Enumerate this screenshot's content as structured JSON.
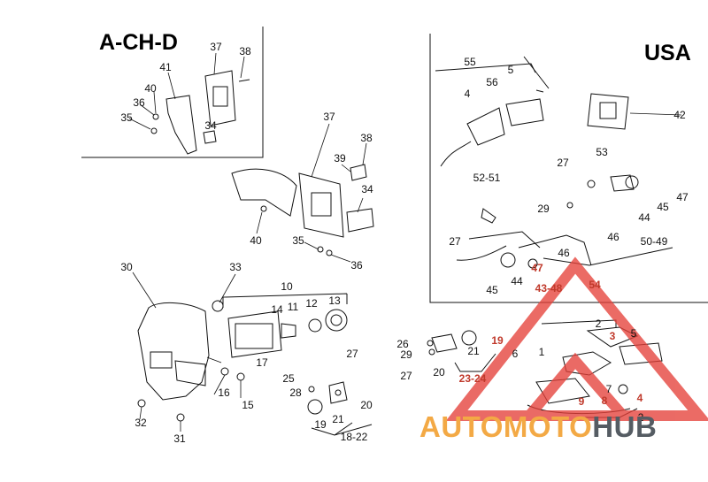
{
  "regions": {
    "left_top": "A-CH-D",
    "right_top": "USA"
  },
  "watermark": {
    "part_a": "AUTOMOTO",
    "part_b": "HUB",
    "color_a": "#f3a945",
    "color_b": "#555c63",
    "logo_color": "#e5413a"
  },
  "callouts": [
    {
      "id": "37a",
      "text": "37"
    },
    {
      "id": "38a",
      "text": "38"
    },
    {
      "id": "41",
      "text": "41"
    },
    {
      "id": "40a",
      "text": "40"
    },
    {
      "id": "36a",
      "text": "36"
    },
    {
      "id": "35a",
      "text": "35"
    },
    {
      "id": "34a",
      "text": "34"
    },
    {
      "id": "37b",
      "text": "37"
    },
    {
      "id": "38b",
      "text": "38"
    },
    {
      "id": "39",
      "text": "39"
    },
    {
      "id": "34b",
      "text": "34"
    },
    {
      "id": "40b",
      "text": "40"
    },
    {
      "id": "35b",
      "text": "35"
    },
    {
      "id": "36b",
      "text": "36"
    },
    {
      "id": "55",
      "text": "55"
    },
    {
      "id": "5a",
      "text": "5"
    },
    {
      "id": "56",
      "text": "56"
    },
    {
      "id": "4a",
      "text": "4"
    },
    {
      "id": "42",
      "text": "42"
    },
    {
      "id": "27a",
      "text": "27"
    },
    {
      "id": "53",
      "text": "53"
    },
    {
      "id": "52-51",
      "text": "52-51"
    },
    {
      "id": "29a",
      "text": "29"
    },
    {
      "id": "47a",
      "text": "47"
    },
    {
      "id": "45a",
      "text": "45"
    },
    {
      "id": "44a",
      "text": "44"
    },
    {
      "id": "46a",
      "text": "46"
    },
    {
      "id": "50-49",
      "text": "50-49"
    },
    {
      "id": "27b",
      "text": "27"
    },
    {
      "id": "46b",
      "text": "46"
    },
    {
      "id": "47b",
      "text": "47"
    },
    {
      "id": "44b",
      "text": "44"
    },
    {
      "id": "45b",
      "text": "45"
    },
    {
      "id": "43-48",
      "text": "43-48"
    },
    {
      "id": "54",
      "text": "54"
    },
    {
      "id": "30",
      "text": "30"
    },
    {
      "id": "33",
      "text": "33"
    },
    {
      "id": "10",
      "text": "10"
    },
    {
      "id": "14",
      "text": "14"
    },
    {
      "id": "11",
      "text": "11"
    },
    {
      "id": "12",
      "text": "12"
    },
    {
      "id": "13",
      "text": "13"
    },
    {
      "id": "17",
      "text": "17"
    },
    {
      "id": "16",
      "text": "16"
    },
    {
      "id": "15",
      "text": "15"
    },
    {
      "id": "32",
      "text": "32"
    },
    {
      "id": "31",
      "text": "31"
    },
    {
      "id": "25",
      "text": "25"
    },
    {
      "id": "28",
      "text": "28"
    },
    {
      "id": "27c",
      "text": "27"
    },
    {
      "id": "20a",
      "text": "20"
    },
    {
      "id": "19a",
      "text": "19"
    },
    {
      "id": "21a",
      "text": "21"
    },
    {
      "id": "18-22",
      "text": "18-22"
    },
    {
      "id": "26",
      "text": "26"
    },
    {
      "id": "29b",
      "text": "29"
    },
    {
      "id": "27d",
      "text": "27"
    },
    {
      "id": "20b",
      "text": "20"
    },
    {
      "id": "21b",
      "text": "21"
    },
    {
      "id": "19b",
      "text": "19"
    },
    {
      "id": "23-24",
      "text": "23-24"
    },
    {
      "id": "2a",
      "text": "2"
    },
    {
      "id": "3",
      "text": "3"
    },
    {
      "id": "5b",
      "text": "5"
    },
    {
      "id": "1",
      "text": "1"
    },
    {
      "id": "6",
      "text": "6"
    },
    {
      "id": "7",
      "text": "7"
    },
    {
      "id": "8",
      "text": "8"
    },
    {
      "id": "9",
      "text": "9"
    },
    {
      "id": "4b",
      "text": "4"
    },
    {
      "id": "2b",
      "text": "2"
    }
  ]
}
